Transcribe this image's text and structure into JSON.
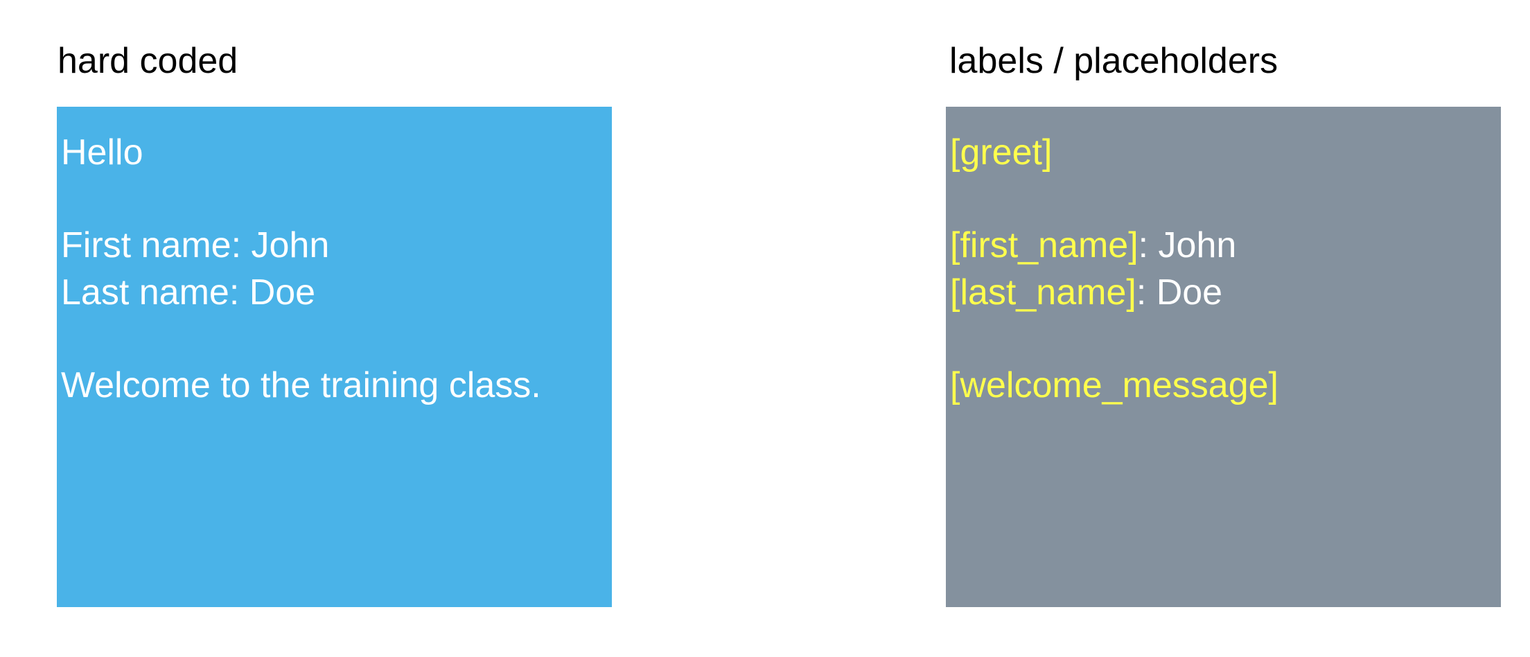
{
  "left_panel": {
    "title": "hard coded",
    "greeting": "Hello",
    "first_name_label": "First name",
    "first_name_value": ": John",
    "last_name_label": "Last name",
    "last_name_value": ": Doe",
    "welcome_message": "Welcome to the training class.",
    "background_color": "#4ab3e8",
    "text_color": "#ffffff"
  },
  "right_panel": {
    "title": "labels / placeholders",
    "greeting": "[greet]",
    "first_name_label": "[first_name]",
    "first_name_value": ": John",
    "last_name_label": "[last_name]",
    "last_name_value": ": Doe",
    "welcome_message": "[welcome_message]",
    "background_color": "#84919e",
    "placeholder_color": "#ffff4d",
    "text_color": "#ffffff"
  }
}
